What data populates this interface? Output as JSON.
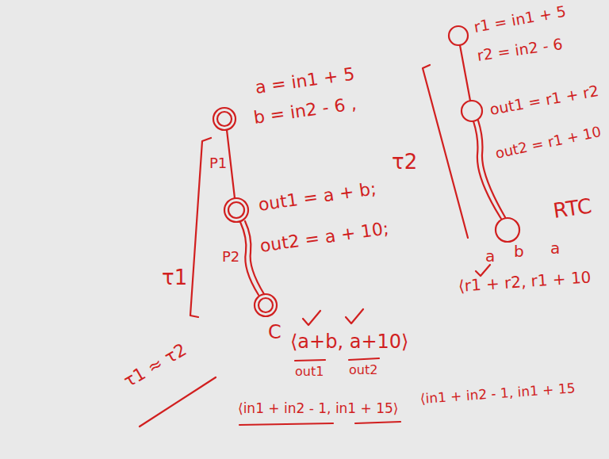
{
  "diagram": {
    "labels": [
      "a = in1 + 5",
      "b = in2 - 6 ,",
      "P1",
      "out1 = a + b;",
      "out2 = a + 10;",
      "P2",
      "τ1",
      "τ1 ≈ τ2",
      "r1 = in1 + 5",
      "r2 = in2 - 6",
      "out1 = r1 + r2",
      "out2 = r1 + 10",
      "τ2",
      "RTC",
      "C",
      "⟨a+b, a+10⟩",
      "out1",
      "out2",
      "a",
      "b",
      "a",
      "⟨r1 + r2, r1 + 10",
      "⟨in1 + in2 - 1, in1 + 15⟩",
      "⟨in1 + in2 - 1, in1 + 15"
    ]
  }
}
